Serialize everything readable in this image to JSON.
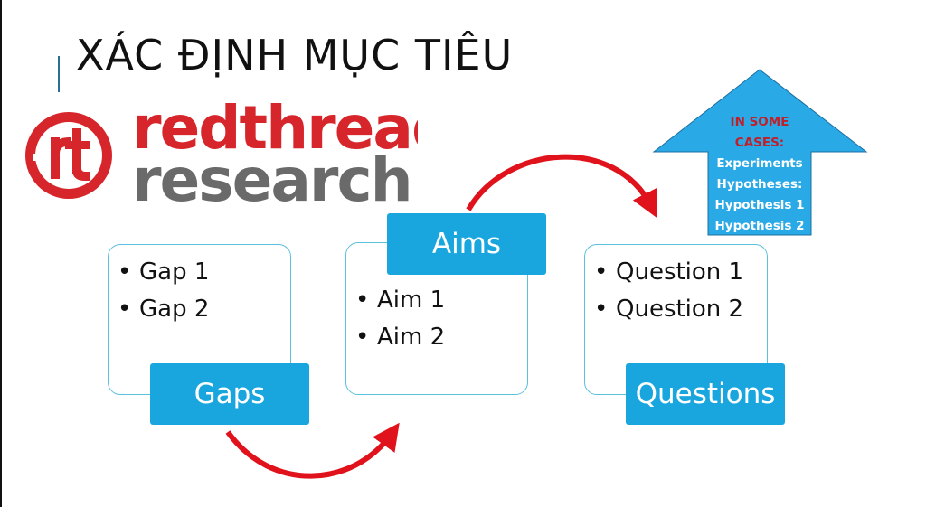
{
  "slide": {
    "title": "XÁC ĐỊNH MỤC TIÊU"
  },
  "logo": {
    "word1": "redthread",
    "word2": "research",
    "colors": {
      "red": "#d7262b",
      "gray": "#6a6a6a"
    }
  },
  "gaps": {
    "label": "Gaps",
    "items": [
      "Gap 1",
      "Gap 2"
    ]
  },
  "aims": {
    "label": "Aims",
    "items": [
      "Aim 1",
      "Aim 2"
    ]
  },
  "questions": {
    "label": "Questions",
    "items": [
      "Question 1",
      "Question 2"
    ]
  },
  "note": {
    "heading_lines": [
      "IN SOME",
      "CASES:"
    ],
    "lines": [
      "Experiments",
      "Hypotheses:",
      "Hypothesis 1",
      "Hypothesis 2"
    ]
  },
  "colors": {
    "label_blue": "#19a6df",
    "card_border": "#5bc0de",
    "arrow_red": "#e0121b",
    "note_blue": "#29a9e6",
    "note_red_text": "#c0202a"
  }
}
